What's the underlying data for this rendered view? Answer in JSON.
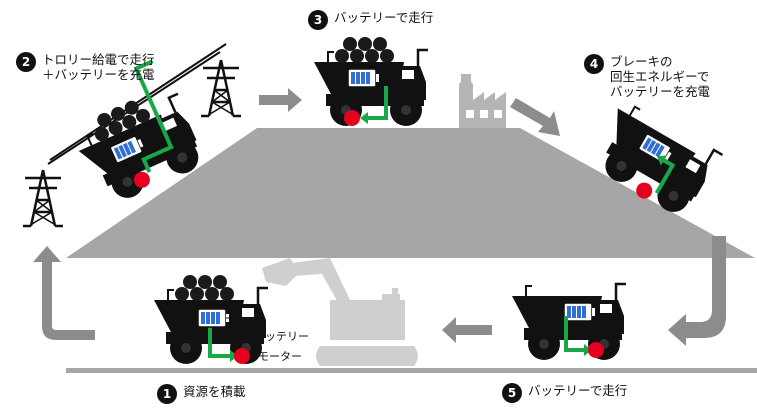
{
  "colors": {
    "ground": "#a6a6a6",
    "flow_arrow": "#8c8c8c",
    "truck": "#111111",
    "ore": "#1a1a1a",
    "power_path": "#18a84a",
    "motor": "#e6001e",
    "battery_charge": "#2f6fd6",
    "excavator": "#cfcfcf",
    "factory": "#b5b5b5"
  },
  "icons": [
    "battery-icon",
    "motor-icon",
    "pylon-icon",
    "factory-icon",
    "excavator-icon",
    "dump-truck-icon"
  ],
  "steps": [
    {
      "number": "1",
      "lines": [
        "資源を積載"
      ]
    },
    {
      "number": "2",
      "lines": [
        "トロリー給電で走行",
        "＋バッテリーを充電"
      ]
    },
    {
      "number": "3",
      "lines": [
        "バッテリーで走行"
      ]
    },
    {
      "number": "4",
      "lines": [
        "ブレーキの",
        "回生エネルギーで",
        "バッテリーを充電"
      ]
    },
    {
      "number": "5",
      "lines": [
        "バッテリーで走行"
      ]
    }
  ],
  "callouts": {
    "battery": "バッテリー",
    "motor": "モーター"
  }
}
